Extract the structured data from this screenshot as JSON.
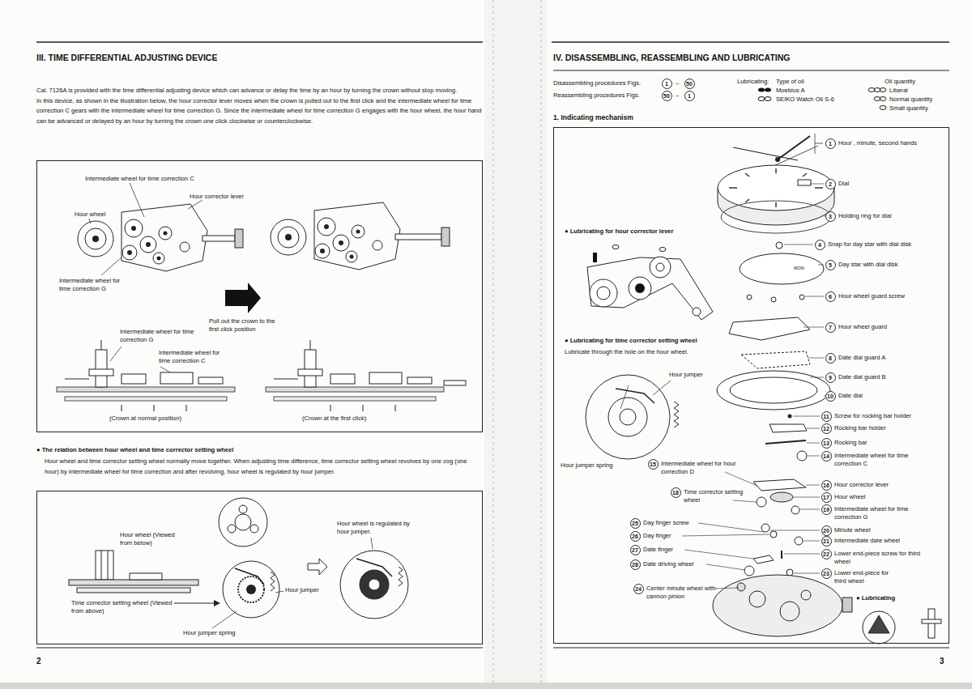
{
  "diagram": {
    "nodes": [
      {
        "text": [
          "Intermediate wheel for time correction C",
          "Hour corrector lever",
          "Hour wheel",
          "Intermediate wheel for time correction G",
          "Pull out the crown to the first click position",
          "Intermediate wheel for time correction G",
          "Intermediate wheel for time correction C",
          "(Crown at normal position)",
          "(Crown at the first click)"
        ]
      },
      {
        "text": [
          "Hour wheel (Viewed from below)",
          "Time corrector setting wheel (Viewed from above)",
          "Hour jumper",
          "Hour jumper spring",
          "Hour wheel is regulated by hour jumper."
        ]
      },
      {
        "text": [
          "1"
        ]
      },
      {
        "text": [
          "50"
        ]
      },
      {
        "text": [
          "50"
        ]
      },
      {
        "text": [
          "1"
        ]
      },
      {
        "text": [
          "● Lubricating for hour corrector lever",
          "● Lubricating for time corrector setting wheel",
          "Lubricate through the hole on the hour wheel.",
          "Hour jumper",
          "Hour jumper spring",
          "Hour , minute, second hands",
          "Dial",
          "Holding ring for dial",
          "Snap for day star with dial disk",
          "Day star with dial disk",
          "Hour wheel guard screw",
          "Hour wheel guard",
          "Date dial guard A",
          "Date dial guard B",
          "Date dial",
          "Screw for rocking bar holder",
          "Rocking bar holder",
          "Rocking bar",
          "Intermediate wheel for time correction C",
          "Hour corrector lever",
          "Hour wheel",
          "Intermediate wheel for time correction G",
          "Minute wheel",
          "Intermediate date wheel",
          "Lower end-piece screw for third wheel",
          "Lower end-piece for third wheel",
          "Intermediate wheel for hour correction D",
          "Time corrector setting wheel",
          "Day finger screw",
          "Day finger",
          "Date finger",
          "Date driving wheel",
          "Center minute wheel with cannon pinion",
          "● Lubricating",
          "MON"
        ]
      },
      {
        "text": [
          "1"
        ],
        "in": 6
      },
      {
        "text": [
          "2"
        ],
        "in": 6
      },
      {
        "text": [
          "3"
        ],
        "in": 6
      },
      {
        "text": [
          "4"
        ],
        "in": 6
      },
      {
        "text": [
          "5"
        ],
        "in": 6
      },
      {
        "text": [
          "6"
        ],
        "in": 6
      },
      {
        "text": [
          "7"
        ],
        "in": 6
      },
      {
        "text": [
          "8"
        ],
        "in": 6
      },
      {
        "text": [
          "9"
        ],
        "in": 6
      },
      {
        "text": [
          "10"
        ],
        "in": 6
      },
      {
        "text": [
          "11"
        ],
        "in": 6
      },
      {
        "text": [
          "12"
        ],
        "in": 6
      },
      {
        "text": [
          "13"
        ],
        "in": 6
      },
      {
        "text": [
          "14"
        ],
        "in": 6
      },
      {
        "text": [
          "16"
        ],
        "in": 6
      },
      {
        "text": [
          "17"
        ],
        "in": 6
      },
      {
        "text": [
          "19"
        ],
        "in": 6
      },
      {
        "text": [
          "20"
        ],
        "in": 6
      },
      {
        "text": [
          "21"
        ],
        "in": 6
      },
      {
        "text": [
          "22"
        ],
        "in": 6
      },
      {
        "text": [
          "23"
        ],
        "in": 6
      },
      {
        "text": [
          "15"
        ],
        "in": 6
      },
      {
        "text": [
          "18"
        ],
        "in": 6
      },
      {
        "text": [
          "25"
        ],
        "in": 6
      },
      {
        "text": [
          "26"
        ],
        "in": 6
      },
      {
        "text": [
          "27"
        ],
        "in": 6
      },
      {
        "text": [
          "28"
        ],
        "in": 6
      },
      {
        "text": [
          "24"
        ],
        "in": 6
      }
    ],
    "labels": [
      "III. TIME DIFFERENTIAL ADJUSTING DEVICE",
      "Cal. 7126A is provided with the time differential adjusting device which can advance or delay the time by an hour by turning the crown without stop moving.",
      "In this device, as shown in the illustration below, the hour corrector lever moves when the crown is pulled out to the first click and the intermediate wheel for time correction C gears with the intermediate wheel for time correction G. Since the intermediate wheel for time correction G engages with the hour wheel, the hour hand can be advanced or delayed by an hour by turning the crown one click clockwise or counterclockwise.",
      "● The relation between hour wheel and time corrector setting wheel",
      "Hour wheel and time corrector setting wheel normally move together. When adjusting time difference, time corrector setting wheel revolves by one cog (one hour) by intermediate wheel for time correction and after revolving, hour wheel is regulated by hour jumper.",
      "2",
      "IV. DISASSEMBLING, REASSEMBLING AND LUBRICATING",
      "Disassembling procedures Figs.",
      "–",
      "Reassembling procedures Figs.",
      "–",
      "Lubricating:",
      "Type of oil",
      "Oil quantity",
      "1. Indicating mechanism",
      "3"
    ],
    "legend": [
      {
        "text": "Moebius A"
      },
      {
        "text": "SEIKO Watch Oil S-6"
      },
      {
        "text": "Liberal"
      },
      {
        "text": "Normal quantity"
      },
      {
        "text": "Small quantity"
      }
    ]
  }
}
